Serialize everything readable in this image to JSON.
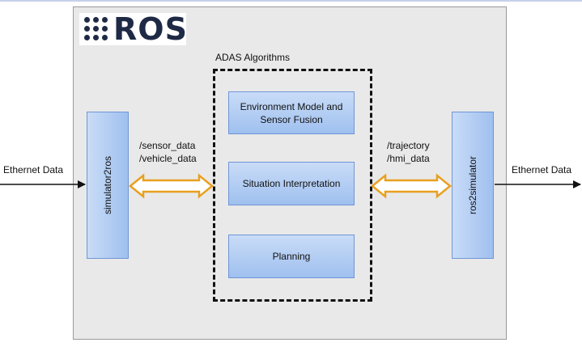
{
  "logo": {
    "text": "ROS"
  },
  "adas": {
    "label": "ADAS Algorithms",
    "blocks": [
      {
        "line1": "Environment Model and",
        "line2": "Sensor Fusion"
      },
      {
        "line1": "Situation Interpretation"
      },
      {
        "line1": "Planning"
      }
    ]
  },
  "nodes": {
    "left": "simulator2ros",
    "right": "ros2simulator"
  },
  "topics": {
    "left": [
      "/sensor_data",
      "/vehicle_data"
    ],
    "right": [
      "/trajectory",
      "/hmi_data"
    ]
  },
  "ethernet": {
    "in": "Ethernet Data",
    "out": "Ethernet Data"
  },
  "colors": {
    "arrow_outline": "#e8a020",
    "arrow_fill": "#ffffff",
    "block_fill": "#a9c7f1",
    "panel": "#e9e9e9",
    "logo_text": "#1e2a45"
  }
}
